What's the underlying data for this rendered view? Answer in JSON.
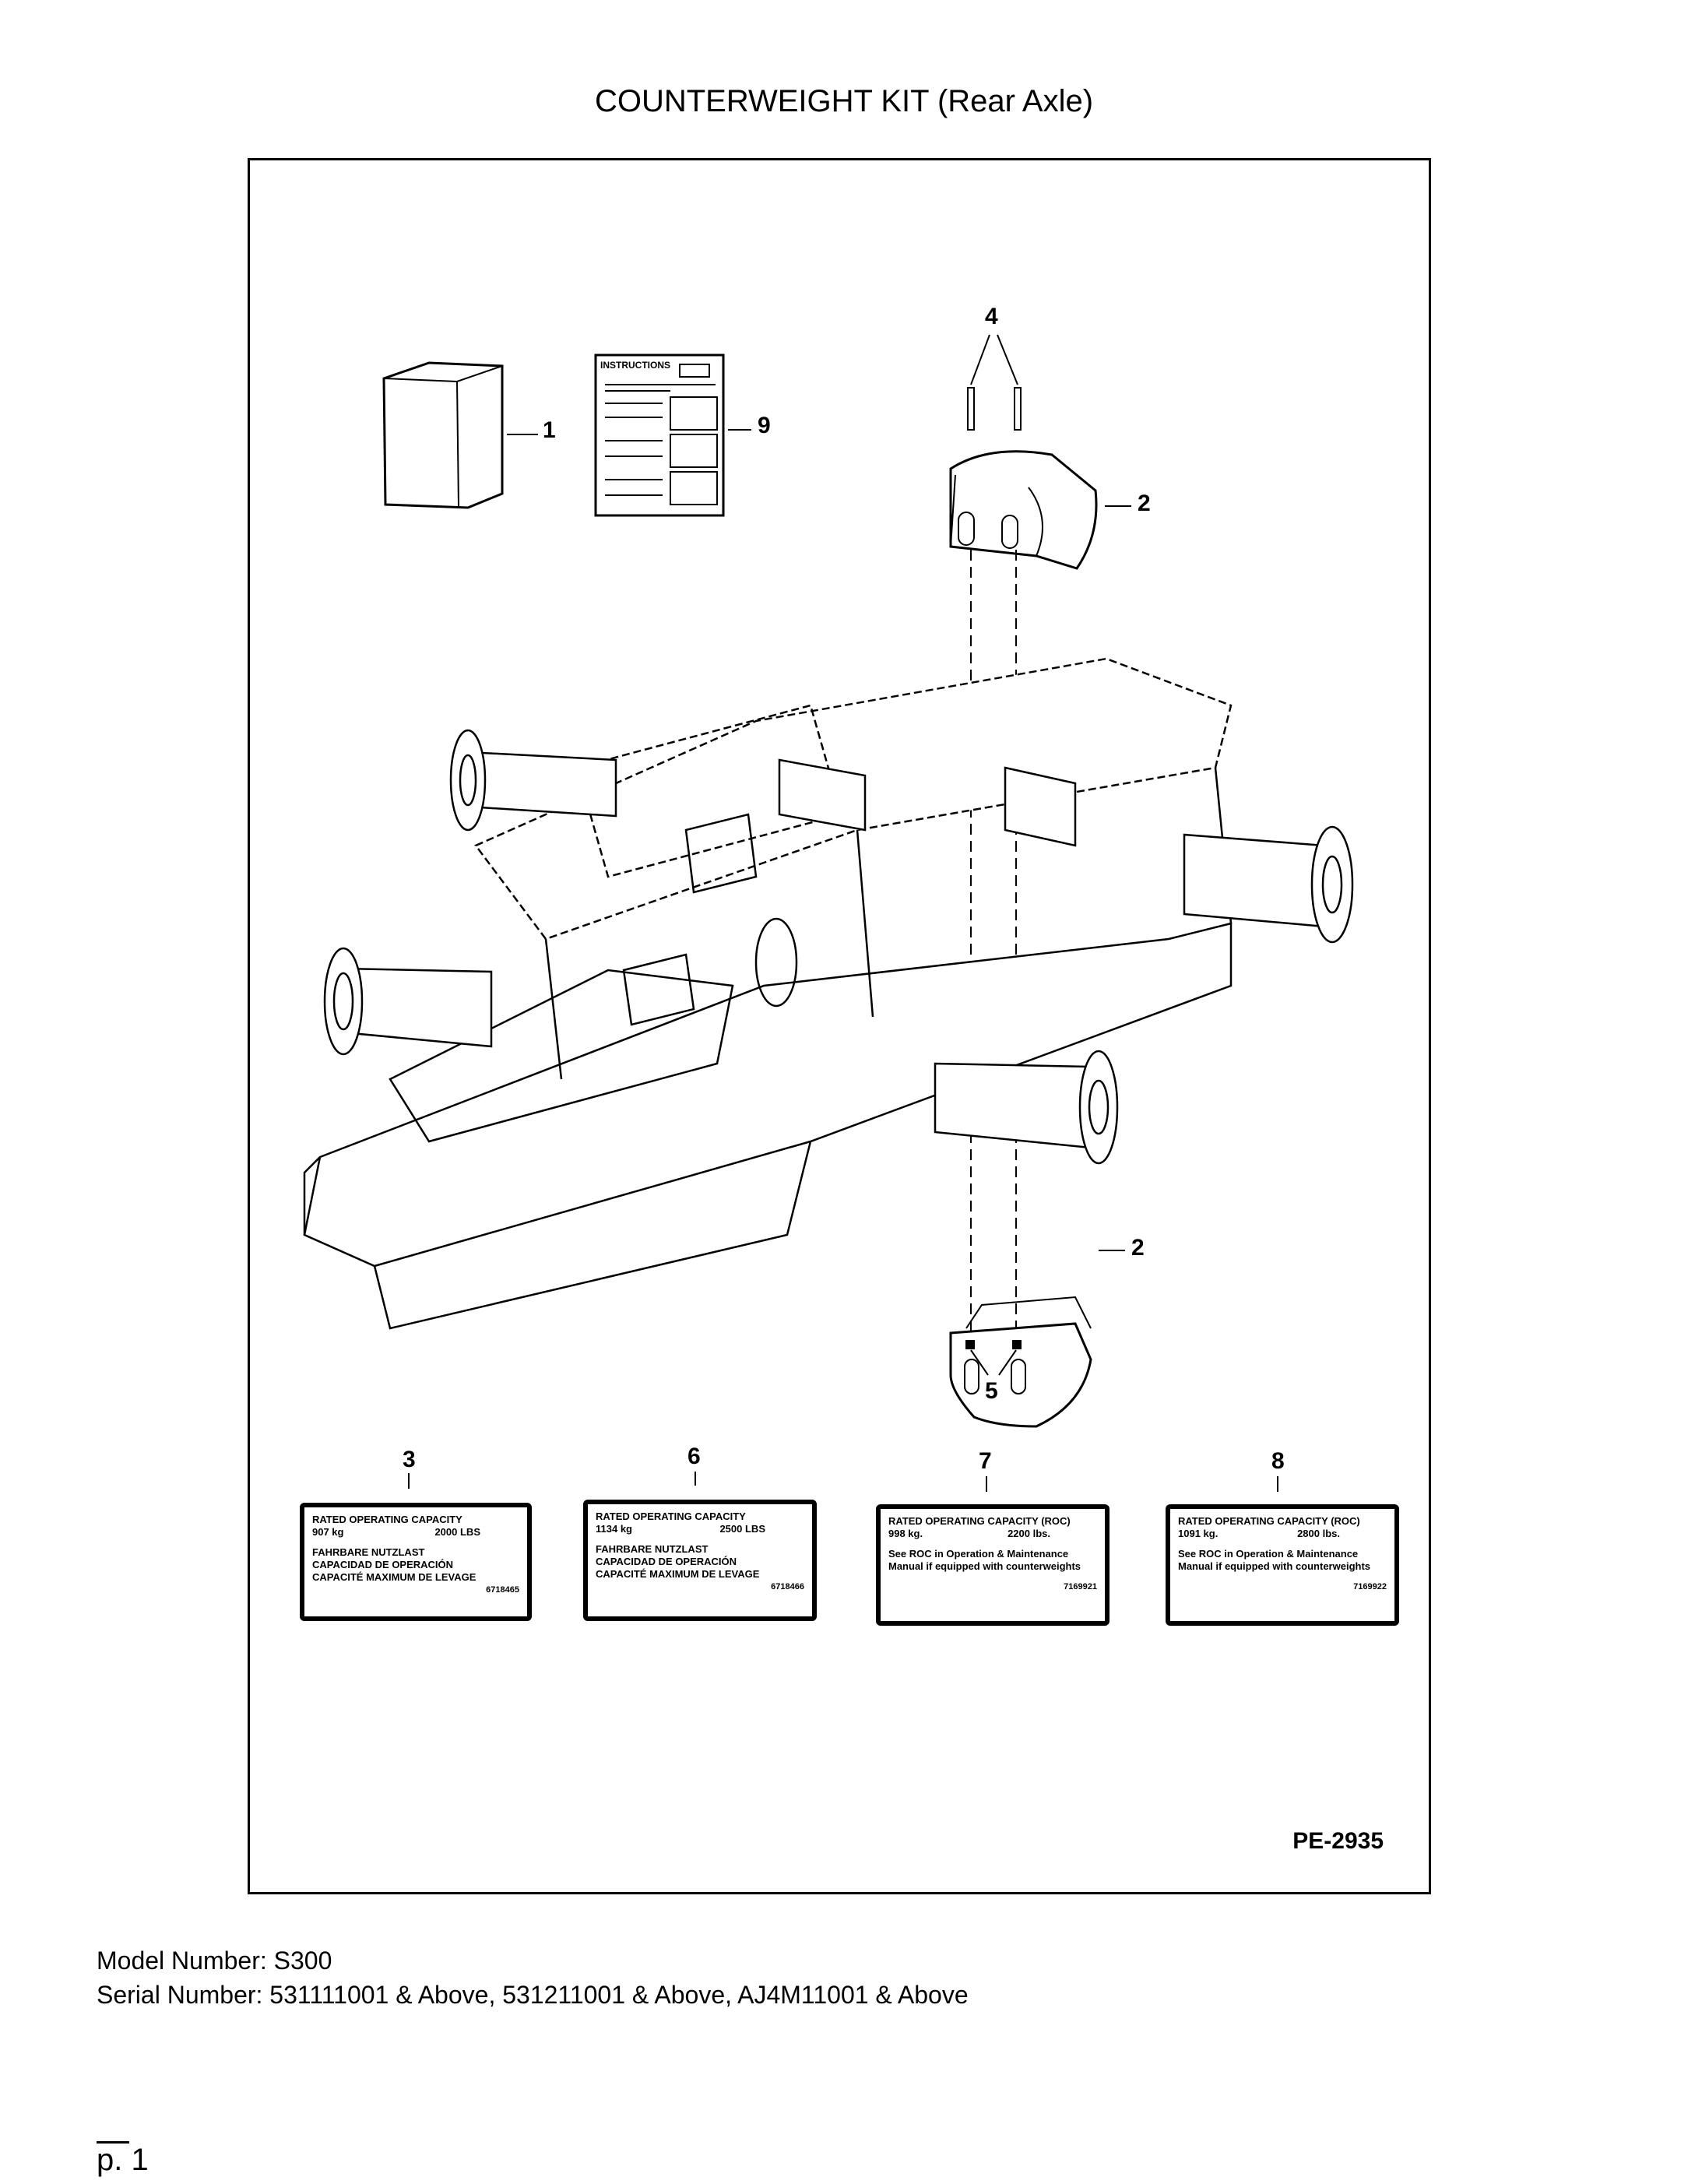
{
  "page": {
    "title": "COUNTERWEIGHT KIT (Rear Axle)",
    "figure_ref": "PE-2935",
    "model_line": "Model Number: S300",
    "serial_line": "Serial Number: 531111001 & Above, 531211001 & Above, AJ4M11001 & Above",
    "page_number": "p. 1"
  },
  "callouts": {
    "c1": "1",
    "c9": "9",
    "c4": "4",
    "c2_top": "2",
    "c2_bottom": "2",
    "c5": "5",
    "c3": "3",
    "c6": "6",
    "c7": "7",
    "c8": "8"
  },
  "instruction_sheet": {
    "label": "INSTRUCTIONS"
  },
  "decals": [
    {
      "l1": "RATED OPERATING CAPACITY",
      "v1": "907 kg",
      "v2": "2000 LBS",
      "l2": "FAHRBARE NUTZLAST",
      "l3": "CAPACIDAD DE OPERACIÓN",
      "l4": "CAPACITÉ MAXIMUM DE LEVAGE",
      "code": "6718465"
    },
    {
      "l1": "RATED OPERATING CAPACITY",
      "v1": "1134 kg",
      "v2": "2500 LBS",
      "l2": "FAHRBARE NUTZLAST",
      "l3": "CAPACIDAD DE OPERACIÓN",
      "l4": "CAPACITÉ MAXIMUM DE LEVAGE",
      "code": "6718466"
    },
    {
      "l1": "RATED OPERATING CAPACITY (ROC)",
      "v1": "998 kg.",
      "v2": "2200 lbs.",
      "l2": "See ROC in Operation & Maintenance",
      "l3": "Manual if equipped with counterweights",
      "code": "7169921"
    },
    {
      "l1": "RATED OPERATING CAPACITY (ROC)",
      "v1": "1091 kg.",
      "v2": "2800 lbs.",
      "l2": "See ROC in Operation & Maintenance",
      "l3": "Manual if equipped with counterweights",
      "code": "7169922"
    }
  ]
}
